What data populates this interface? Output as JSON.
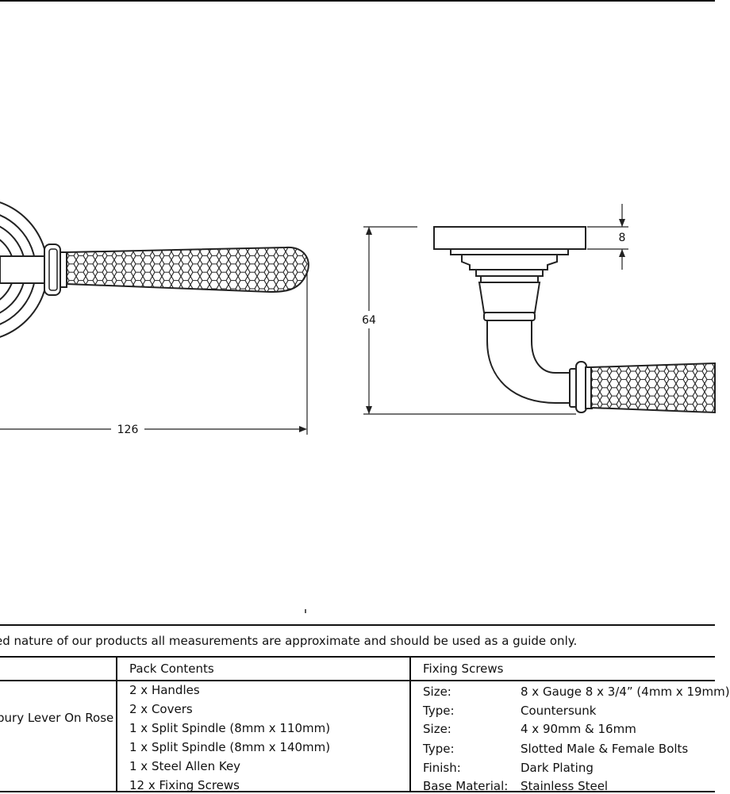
{
  "dimensions": {
    "width_label": "126",
    "height_label": "64",
    "rose_label": "8"
  },
  "disclaimer": "ed nature of our products all measurements are approximate and should be used as a guide only.",
  "table": {
    "product_name": "bury Lever On Rose",
    "pack_contents": {
      "heading": "Pack Contents",
      "items": [
        "2 x Handles",
        "2 x Covers",
        "1 x Split Spindle (8mm x 110mm)",
        "1 x Split Spindle (8mm x 140mm)",
        "1 x Steel Allen Key",
        "12 x Fixing Screws"
      ]
    },
    "fixing_screws": {
      "heading": "Fixing Screws",
      "rows": [
        {
          "label": "Size:",
          "value": "8 x Gauge 8 x 3/4” (4mm x 19mm)"
        },
        {
          "label": "Type:",
          "value": "Countersunk"
        },
        {
          "label": "Size:",
          "value": "4 x 90mm & 16mm"
        },
        {
          "label": "Type:",
          "value": "Slotted Male & Female Bolts"
        },
        {
          "label": "Finish:",
          "value": "Dark Plating"
        },
        {
          "label": "Base Material:",
          "value": "Stainless Steel"
        }
      ]
    }
  }
}
